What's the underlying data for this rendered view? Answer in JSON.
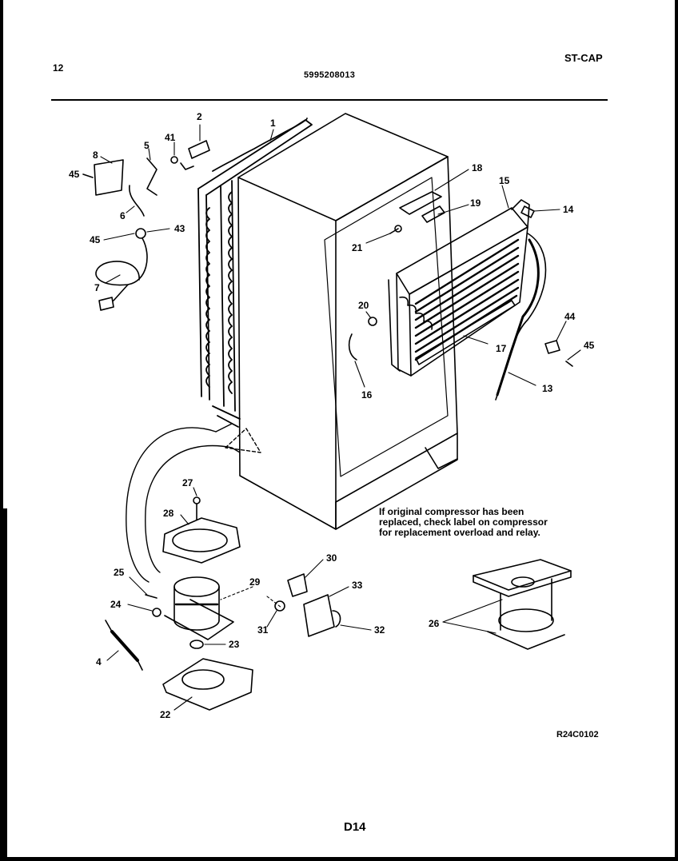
{
  "header": {
    "page_number": "12",
    "document_number": "5995208013",
    "model": "ST-CAP"
  },
  "parts": [
    {
      "id": "1"
    },
    {
      "id": "2"
    },
    {
      "id": "4"
    },
    {
      "id": "5"
    },
    {
      "id": "6"
    },
    {
      "id": "7"
    },
    {
      "id": "8"
    },
    {
      "id": "13"
    },
    {
      "id": "14"
    },
    {
      "id": "15"
    },
    {
      "id": "16"
    },
    {
      "id": "17"
    },
    {
      "id": "18"
    },
    {
      "id": "19"
    },
    {
      "id": "20"
    },
    {
      "id": "21"
    },
    {
      "id": "22"
    },
    {
      "id": "23"
    },
    {
      "id": "24"
    },
    {
      "id": "25"
    },
    {
      "id": "26"
    },
    {
      "id": "27"
    },
    {
      "id": "28"
    },
    {
      "id": "29"
    },
    {
      "id": "30"
    },
    {
      "id": "31"
    },
    {
      "id": "32"
    },
    {
      "id": "33"
    },
    {
      "id": "41"
    },
    {
      "id": "43"
    },
    {
      "id": "44"
    },
    {
      "id": "45"
    }
  ],
  "callouts": {
    "l1": "1",
    "l2": "2",
    "l41": "41",
    "l5": "5",
    "l8": "8",
    "l45a": "45",
    "l6": "6",
    "l45b": "45",
    "l43": "43",
    "l7": "7",
    "l18": "18",
    "l15": "15",
    "l19": "19",
    "l14": "14",
    "l21": "21",
    "l20": "20",
    "l44": "44",
    "l45c": "45",
    "l16": "16",
    "l17": "17",
    "l13": "13",
    "l27": "27",
    "l28": "28",
    "l25": "25",
    "l29": "29",
    "l30": "30",
    "l33": "33",
    "l24": "24",
    "l31": "31",
    "l32": "32",
    "l23": "23",
    "l4": "4",
    "l22": "22",
    "l26": "26"
  },
  "note": "If original compressor has been replaced, check label on compressor for replacement overload and relay.",
  "figure_ref": "R24C0102",
  "page_code": "D14"
}
